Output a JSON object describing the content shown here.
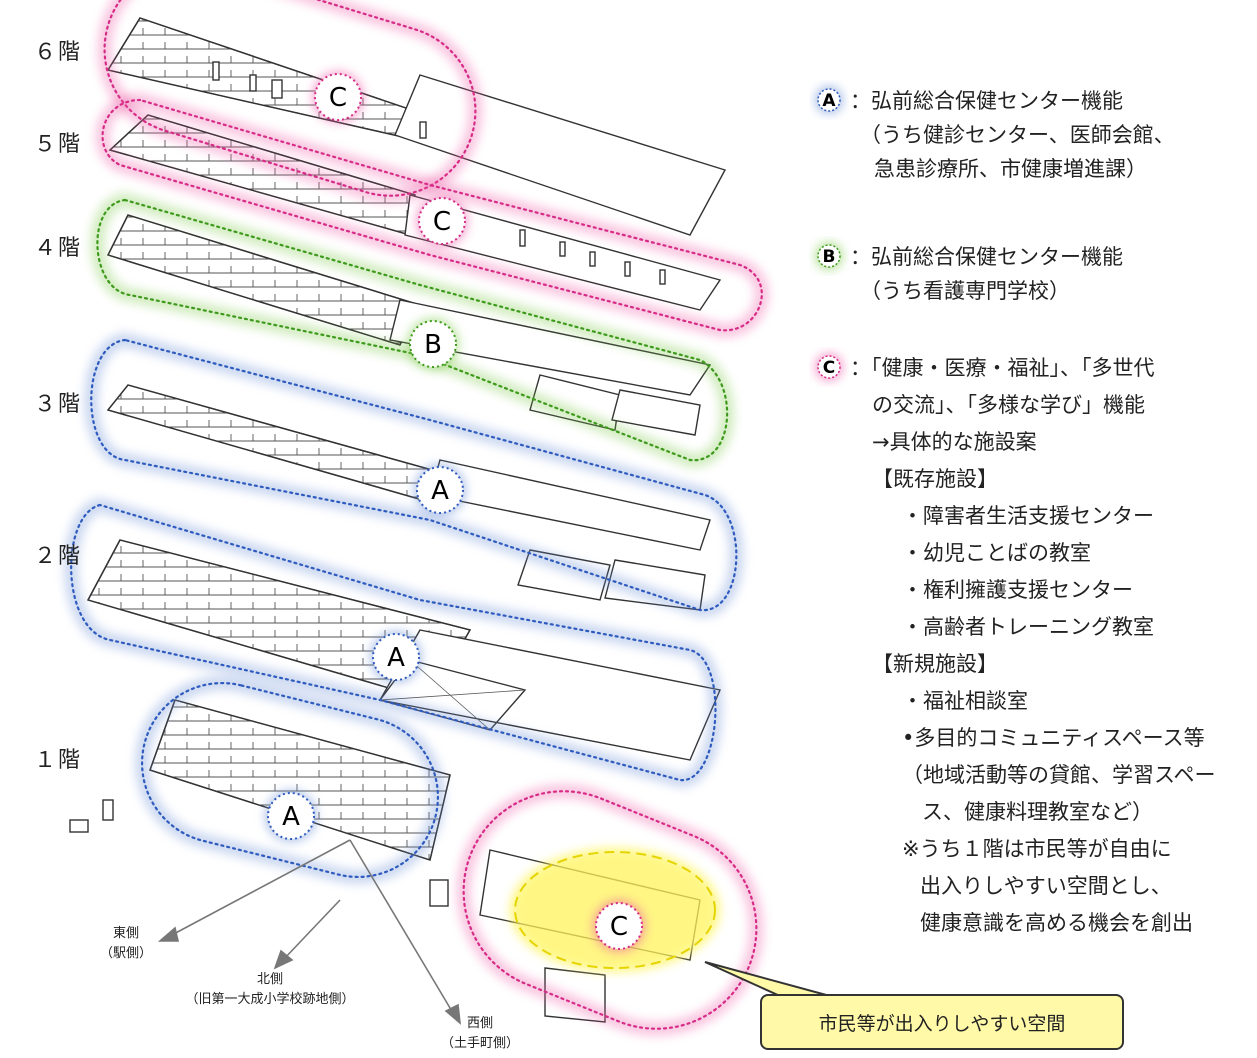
{
  "floors": {
    "f6": "６階",
    "f5": "５階",
    "f4": "４階",
    "f3": "３階",
    "f2": "２階",
    "f1": "１階"
  },
  "zone_markers": {
    "a": "A",
    "b": "B",
    "c": "C"
  },
  "colors": {
    "a": "#6b8fd6",
    "b": "#7dc94a",
    "c": "#ef5aa6",
    "highlight": "#fff45a"
  },
  "legend": {
    "a": {
      "marker": "A",
      "lines": [
        "：弘前総合保健センター機能",
        "（うち健診センター、医師会館、",
        "急患診療所、市健康増進課）"
      ]
    },
    "b": {
      "marker": "B",
      "lines": [
        "：弘前総合保健センター機能",
        "（うち看護専門学校）"
      ]
    },
    "c": {
      "marker": "C",
      "lines": [
        "：「健康・医療・福祉」、「多世代",
        "の交流」、「多様な学び」機能",
        "→具体的な施設案",
        "【既存施設】",
        "・障害者生活支援センター",
        "・幼児ことばの教室",
        "・権利擁護支援センター",
        "・高齢者トレーニング教室",
        "【新規施設】",
        "・福祉相談室",
        "•多目的コミュニティスペース等",
        "（地域活動等の貸館、学習スペー",
        "ス、健康料理教室など）",
        "※うち１階は市民等が自由に",
        "出入りしやすい空間とし、",
        "健康意識を高める機会を創出"
      ]
    }
  },
  "directions": {
    "east": "東側",
    "east_sub": "（駅側）",
    "north": "北側",
    "north_sub": "（旧第一大成小学校跡地側）",
    "west": "西側",
    "west_sub": "（土手町側）"
  },
  "callout": "市民等が出入りしやすい空間",
  "icons": {
    "arrows": "arrow-icon",
    "floorplan": "isometric-floor-plan"
  }
}
